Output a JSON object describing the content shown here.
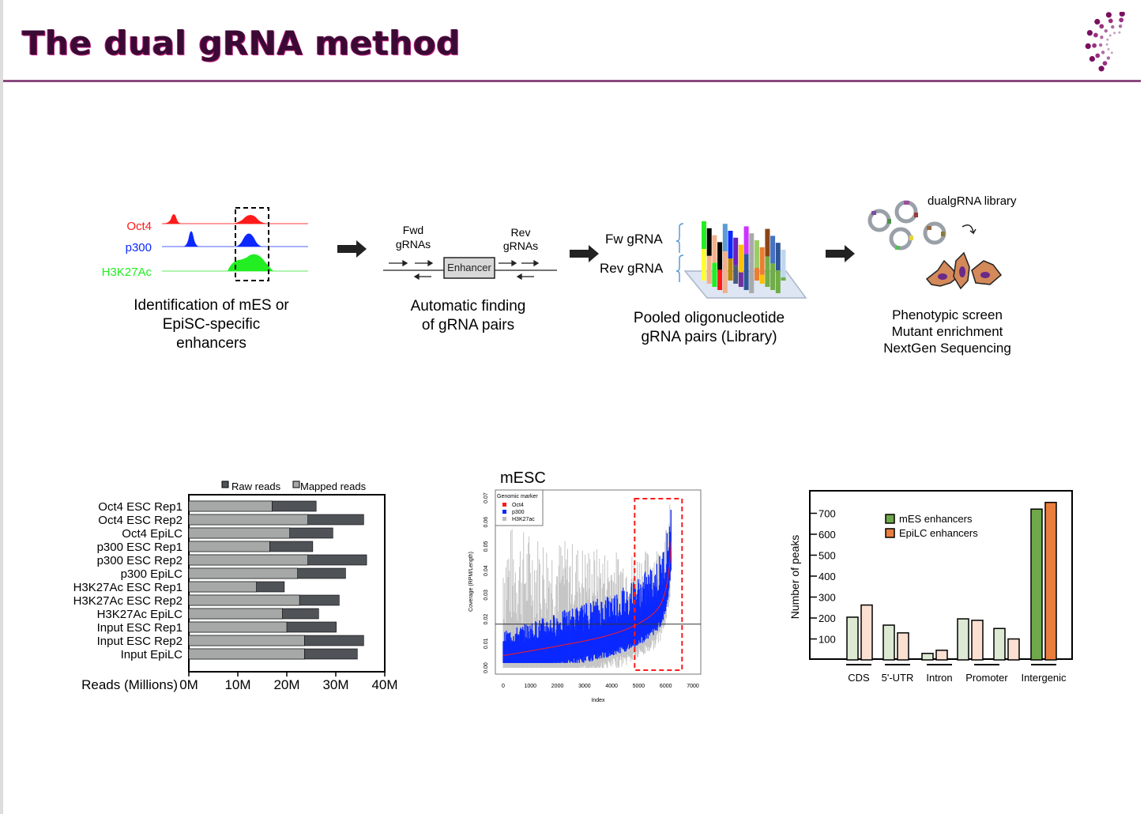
{
  "header": {
    "title": "The dual gRNA method"
  },
  "colors": {
    "title": "#3a0a35",
    "rule": "#8b4a7e",
    "oct4": "#ff1a1a",
    "p300": "#0a28ff",
    "h3k27ac": "#22ee22",
    "mes": "#6ea84a",
    "epilc": "#e97e3e",
    "mes_light": "#dde9d3",
    "epilc_light": "#fbdfd0"
  },
  "step1": {
    "tracks": [
      "Oct4",
      "p300",
      "H3K27Ac"
    ],
    "caption": [
      "Identification of mES or",
      "EpiSC-specific",
      "enhancers"
    ]
  },
  "step2": {
    "fwd": [
      "Fwd",
      "gRNAs"
    ],
    "rev": [
      "Rev",
      "gRNAs"
    ],
    "box": "Enhancer",
    "caption": [
      "Automatic finding",
      "of gRNA pairs"
    ]
  },
  "step3": {
    "fw_label": "Fw gRNA",
    "rev_label": "Rev gRNA",
    "caption": [
      "Pooled oligonucleotide",
      "gRNA pairs (Library)"
    ]
  },
  "step4": {
    "library_label": "dualgRNA library",
    "caption": [
      "Phenotypic screen",
      "Mutant enrichment",
      "NextGen Sequencing"
    ]
  },
  "chart_data": [
    {
      "type": "bar",
      "orientation": "horizontal",
      "categories": [
        "Oct4 ESC Rep1",
        "Oct4 ESC Rep2",
        "Oct4 EpiLC",
        "p300 ESC Rep1",
        "p300 ESC Rep2",
        "p300 EpiLC",
        "H3K27Ac ESC Rep1",
        "H3K27Ac ESC Rep2",
        "H3K27Ac EpiLC",
        "Input ESC Rep1",
        "Input ESC Rep2",
        "Input EpiLC"
      ],
      "series": [
        {
          "name": "Raw reads",
          "color": "#4f5358",
          "values": [
            26,
            35.7,
            29.4,
            25.3,
            36.3,
            32,
            19.5,
            30.7,
            26.5,
            30.1,
            35.7,
            34.4
          ]
        },
        {
          "name": "Mapped reads",
          "color": "#a6a8a7",
          "values": [
            17,
            24.3,
            20.6,
            16.5,
            24.3,
            22.2,
            13.8,
            22.6,
            19.1,
            20,
            23.6,
            23.6
          ]
        }
      ],
      "xlabel": "Reads (Millions)",
      "xticks": [
        "0M",
        "10M",
        "20M",
        "30M",
        "40M"
      ],
      "xlim": [
        0,
        40
      ],
      "legend": "top"
    },
    {
      "type": "line",
      "title": "mESC",
      "xlabel": "Index",
      "ylabel": "Coverage (RPM/Length)",
      "xlim": [
        0,
        7000
      ],
      "ylim": [
        0,
        0.07
      ],
      "xticks": [
        "0",
        "1000",
        "2000",
        "3000",
        "4000",
        "5000",
        "6000",
        "7000"
      ],
      "yticks": [
        "0.00",
        "0.01",
        "0.02",
        "0.03",
        "0.04",
        "0.05",
        "0.06",
        "0.07"
      ],
      "legend_title": "Genomic marker",
      "legend": [
        {
          "name": "Oct4",
          "color": "#ff1a1a"
        },
        {
          "name": "p300",
          "color": "#0a28ff"
        },
        {
          "name": "H3K27ac",
          "color": "#bbbbbb"
        }
      ],
      "n_points": 6200,
      "threshold": 0.018,
      "highlight_x": [
        4850,
        6600
      ],
      "legend_position": "top-left"
    },
    {
      "type": "bar",
      "categories": [
        "CDS",
        "5'-UTR",
        "Intron",
        "Promoter",
        "Intergenic"
      ],
      "series": [
        {
          "name": "mES enhancers",
          "values": [
            204,
            166,
            31,
            196,
            150,
            720
          ]
        },
        {
          "name": "EpiLC enhancers",
          "values": [
            262,
            129,
            46,
            189,
            100,
            752
          ]
        }
      ],
      "group_values": {
        "mES enhancers": [
          204,
          166,
          31,
          196,
          150,
          720
        ],
        "EpiLC enhancers": [
          262,
          129,
          46,
          189,
          100,
          752
        ]
      },
      "ylabel": "Number of peaks",
      "yticks": [
        "100",
        "200",
        "300",
        "400",
        "500",
        "600",
        "700"
      ],
      "ylim": [
        0,
        800
      ],
      "legend": "top-center"
    }
  ]
}
